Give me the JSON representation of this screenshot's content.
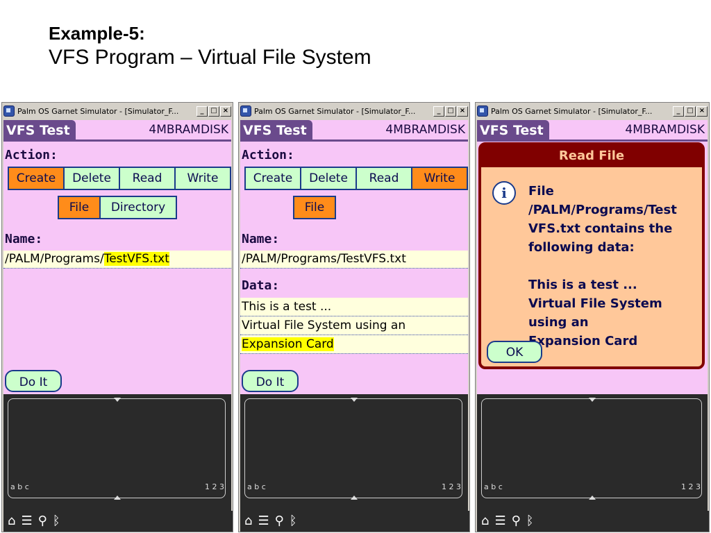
{
  "slide": {
    "title_line1": "Example-5:",
    "title_line2": "VFS Program – Virtual File System"
  },
  "window": {
    "title": "Palm OS Garnet Simulator - [Simulator_F...",
    "minimize": "_",
    "maximize": "□",
    "close": "×"
  },
  "app": {
    "form_title": "VFS Test",
    "volume": "4MBRAMDISK",
    "action_label": "Action:",
    "name_label": "Name:",
    "data_label": "Data:",
    "actions": [
      "Create",
      "Delete",
      "Read",
      "Write"
    ],
    "target_file": "File",
    "target_dir": "Directory",
    "doit": "Do It"
  },
  "panel1": {
    "selected_action": "Create",
    "name_prefix": "/PALM/Programs/",
    "name_highlight": "TestVFS.txt"
  },
  "panel2": {
    "selected_action": "Write",
    "name_value": "/PALM/Programs/TestVFS.txt",
    "data_lines": [
      "This is a test ...",
      "Virtual File System using an",
      "Expansion Card"
    ]
  },
  "panel3": {
    "dialog_title": "Read File",
    "message_lines": [
      "File",
      "/PALM/Programs/Test",
      "VFS.txt contains the",
      "following data:",
      "",
      "This is a test ...",
      "Virtual File System",
      "using an",
      "Expansion Card"
    ],
    "ok": "OK"
  },
  "graffiti": {
    "abc": "a b c",
    "num": "1 2 3"
  },
  "icons": [
    "home-icon",
    "menu-icon",
    "find-icon",
    "bluetooth-icon"
  ],
  "colors": {
    "screen_bg": "#f7c6f7",
    "title_bar": "#6a4a8c",
    "selected": "#ff8c1a",
    "unselected": "#ccffcc",
    "highlight": "#ffff00",
    "dialog_bg": "#ffc89a",
    "dialog_border": "#800000"
  }
}
